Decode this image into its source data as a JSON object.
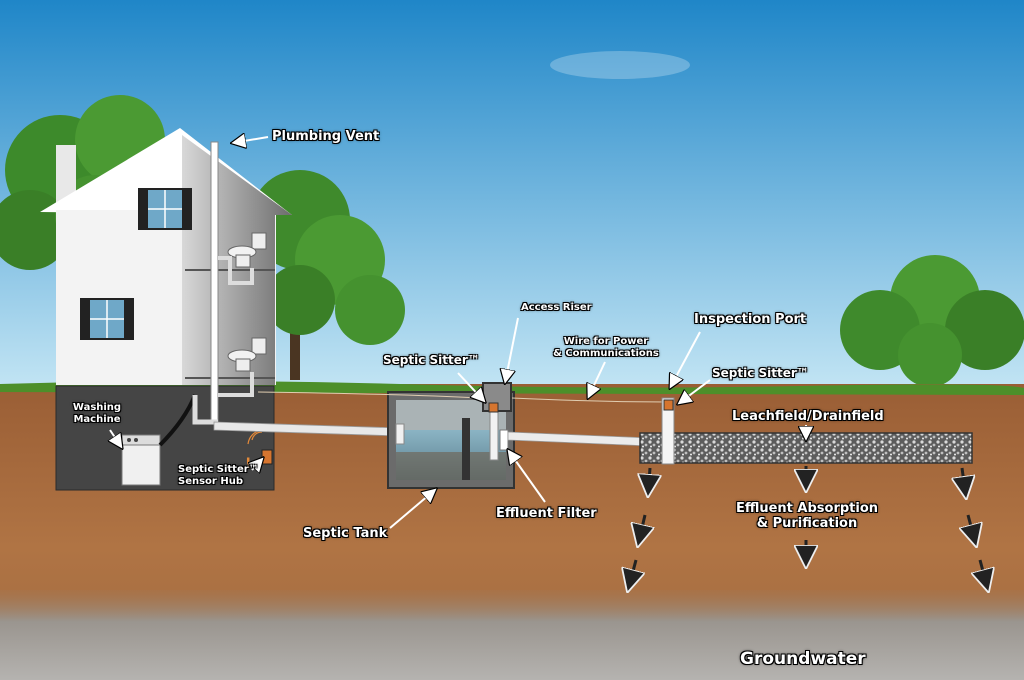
{
  "labels": {
    "plumbing_vent": "Plumbing Vent",
    "washing_machine_line1": "Washing",
    "washing_machine_line2": "Machine",
    "sensor_hub_line1": "Septic Sitter™",
    "sensor_hub_line2": "Sensor Hub",
    "septic_sitter_tank": "Septic Sitter™",
    "access_riser": "Access Riser",
    "wire_line1": "Wire for Power",
    "wire_line2": "& Communications",
    "inspection_port": "Inspection Port",
    "septic_sitter_port": "Septic Sitter™",
    "leachfield": "Leachfield/Drainfield",
    "septic_tank": "Septic Tank",
    "effluent_filter": "Effluent Filter",
    "absorption_line1": "Effluent Absorption",
    "absorption_line2": "& Purification",
    "groundwater": "Groundwater"
  },
  "colors": {
    "sky_top": "#1f86c8",
    "sky_bottom": "#bfe3f3",
    "grass": "#4d8f2a",
    "soil": "#a8683c",
    "soil_dark": "#8a5430",
    "groundwater": "#9a9690",
    "house_wall": "#f4f4f4",
    "house_shade": "#9a9a9a",
    "basement": "#4a4a4a",
    "tree": "#3f8a2c",
    "gravel": "#6b6b6b",
    "label_text": "#ffffff"
  }
}
